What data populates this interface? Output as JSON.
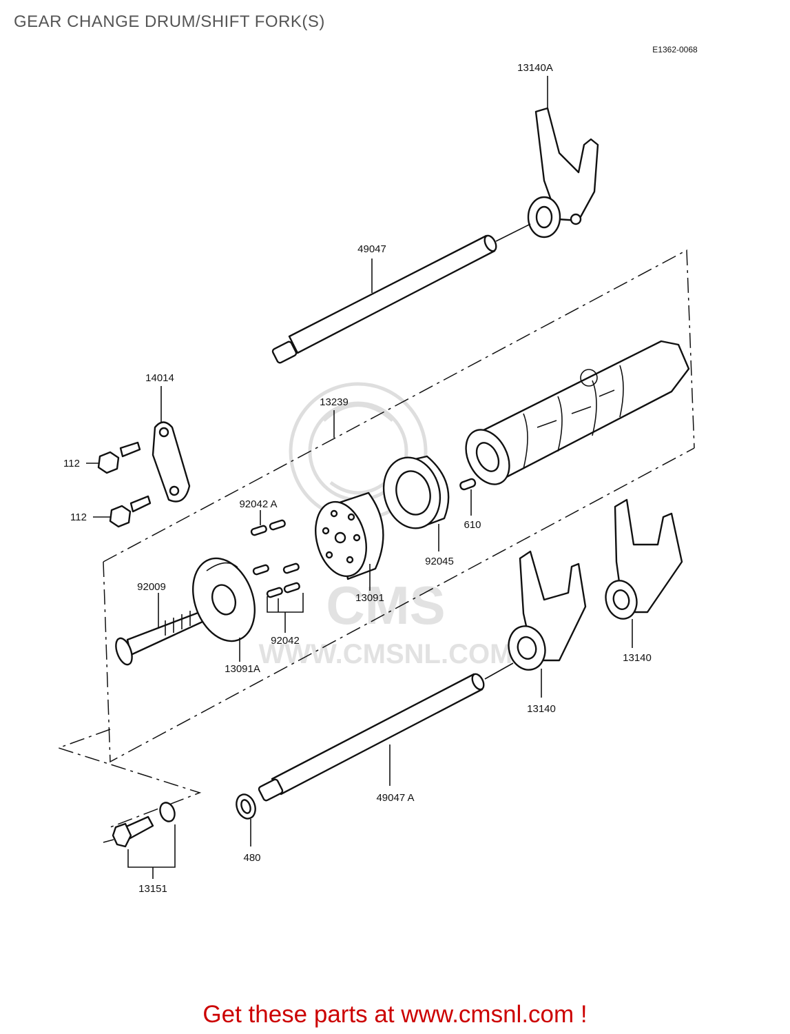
{
  "title": "GEAR CHANGE DRUM/SHIFT FORK(S)",
  "diagram_code": "E1362-0068",
  "watermark": {
    "logo_text": "CMS",
    "url_text": "WWW.CMSNL.COM"
  },
  "labels": {
    "fork_13140A": "13140A",
    "shaft_49047": "49047",
    "plate_14014": "14014",
    "drum_13239": "13239",
    "bolt_112_upper": "112",
    "bolt_112_lower": "112",
    "pin_92042A": "92042 A",
    "pin_92042": "92042",
    "screw_92009": "92009",
    "plate_13091A": "13091A",
    "holder_13091": "13091",
    "bearing_92045": "92045",
    "pin_610": "610",
    "fork_13140_right": "13140",
    "fork_13140_left": "13140",
    "shaft_49047A": "49047 A",
    "circlip_480": "480",
    "switch_13151": "13151"
  },
  "footer": "Get these parts at www.cmsnl.com !"
}
